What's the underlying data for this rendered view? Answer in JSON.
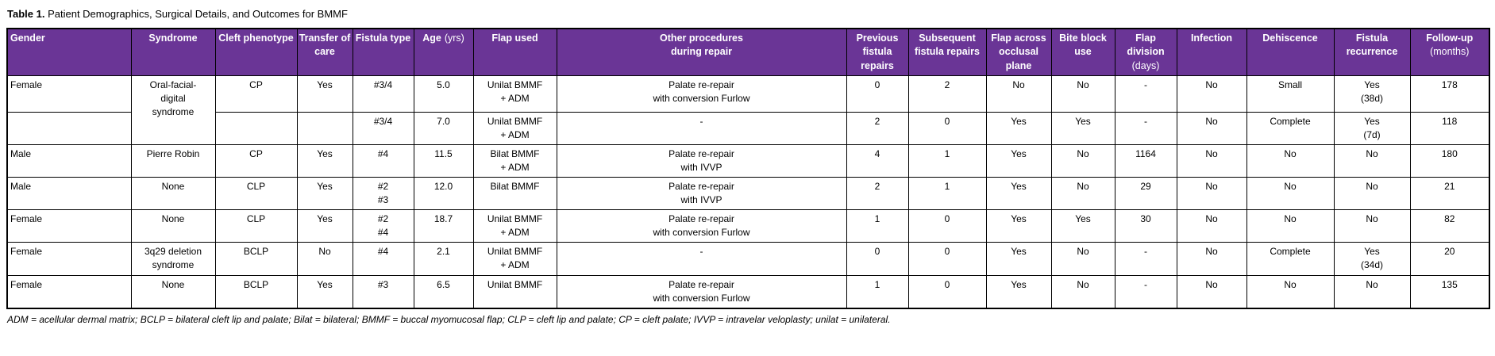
{
  "title": {
    "bold": "Table 1.",
    "rest": "Patient Demographics, Surgical Details, and Outcomes for BMMF"
  },
  "colors": {
    "header_bg": "#6A3596",
    "header_text": "#FFFFFF",
    "border": "#000000",
    "body_bg": "#FFFFFF"
  },
  "table": {
    "headers": [
      {
        "b": "Gender",
        "n": ""
      },
      {
        "b": "Syndrome",
        "n": ""
      },
      {
        "b": "Cleft phenotype",
        "n": ""
      },
      {
        "b": "Transfer of\ncare",
        "n": ""
      },
      {
        "b": "Fistula type",
        "n": ""
      },
      {
        "b": "Age",
        "n": "(yrs)"
      },
      {
        "b": "Flap used",
        "n": ""
      },
      {
        "b": "Other procedures\nduring repair",
        "n": ""
      },
      {
        "b": "Previous\nfistula\nrepairs",
        "n": ""
      },
      {
        "b": "Subsequent\nfistula repairs",
        "n": ""
      },
      {
        "b": "Flap across\nocclusal\nplane",
        "n": ""
      },
      {
        "b": "Bite block\nuse",
        "n": ""
      },
      {
        "b": "Flap\ndivision",
        "n": "(days)"
      },
      {
        "b": "Infection",
        "n": ""
      },
      {
        "b": "Dehiscence",
        "n": ""
      },
      {
        "b": "Fistula\nrecurrence",
        "n": ""
      },
      {
        "b": "Follow-up",
        "n": "(months)"
      }
    ],
    "rows": [
      {
        "gender": "Female",
        "syndrome": "Oral-facial-\ndigital\nsyndrome",
        "cleft": "CP",
        "transfer": "Yes",
        "fistula_type": "#3/4",
        "age": "5.0",
        "flap": "Unilat BMMF\n+ ADM",
        "other": "Palate re-repair\nwith conversion Furlow",
        "prev": "0",
        "subs": "2",
        "across": "No",
        "bite": "No",
        "division": "-",
        "infection": "No",
        "dehiscence": "Small",
        "recurrence": "Yes\n(38d)",
        "followup": "178"
      },
      {
        "gender": "",
        "cleft": "",
        "transfer": "",
        "fistula_type": "#3/4",
        "age": "7.0",
        "flap": "Unilat BMMF\n+ ADM",
        "other": "-",
        "prev": "2",
        "subs": "0",
        "across": "Yes",
        "bite": "Yes",
        "division": "-",
        "infection": "No",
        "dehiscence": "Complete",
        "recurrence": "Yes\n(7d)",
        "followup": "118"
      },
      {
        "gender": "Male",
        "syndrome": "Pierre Robin",
        "cleft": "CP",
        "transfer": "Yes",
        "fistula_type": "#4",
        "age": "11.5",
        "flap": "Bilat BMMF\n+ ADM",
        "other": "Palate re-repair\nwith IVVP",
        "prev": "4",
        "subs": "1",
        "across": "Yes",
        "bite": "No",
        "division": "1164",
        "infection": "No",
        "dehiscence": "No",
        "recurrence": "No",
        "followup": "180"
      },
      {
        "gender": "Male",
        "syndrome": "None",
        "cleft": "CLP",
        "transfer": "Yes",
        "fistula_type": "#2\n#3",
        "age": "12.0",
        "flap": "Bilat BMMF",
        "other": "Palate re-repair\nwith IVVP",
        "prev": "2",
        "subs": "1",
        "across": "Yes",
        "bite": "No",
        "division": "29",
        "infection": "No",
        "dehiscence": "No",
        "recurrence": "No",
        "followup": "21"
      },
      {
        "gender": "Female",
        "syndrome": "None",
        "cleft": "CLP",
        "transfer": "Yes",
        "fistula_type": "#2\n#4",
        "age": "18.7",
        "flap": "Unilat BMMF\n+ ADM",
        "other": "Palate re-repair\nwith conversion Furlow",
        "prev": "1",
        "subs": "0",
        "across": "Yes",
        "bite": "Yes",
        "division": "30",
        "infection": "No",
        "dehiscence": "No",
        "recurrence": "No",
        "followup": "82"
      },
      {
        "gender": "Female",
        "syndrome": "3q29 deletion\nsyndrome",
        "cleft": "BCLP",
        "transfer": "No",
        "fistula_type": "#4",
        "age": "2.1",
        "flap": "Unilat BMMF\n+ ADM",
        "other": "-",
        "prev": "0",
        "subs": "0",
        "across": "Yes",
        "bite": "No",
        "division": "-",
        "infection": "No",
        "dehiscence": "Complete",
        "recurrence": "Yes\n(34d)",
        "followup": "20"
      },
      {
        "gender": "Female",
        "syndrome": "None",
        "cleft": "BCLP",
        "transfer": "Yes",
        "fistula_type": "#3",
        "age": "6.5",
        "flap": "Unilat BMMF",
        "other": "Palate re-repair\nwith conversion Furlow",
        "prev": "1",
        "subs": "0",
        "across": "Yes",
        "bite": "No",
        "division": "-",
        "infection": "No",
        "dehiscence": "No",
        "recurrence": "No",
        "followup": "135"
      }
    ]
  },
  "footnote": "ADM = acellular dermal matrix; BCLP = bilateral cleft lip and palate; Bilat = bilateral; BMMF = buccal myomucosal flap; CLP = cleft lip and palate; CP = cleft palate; IVVP = intravelar veloplasty; unilat = unilateral."
}
